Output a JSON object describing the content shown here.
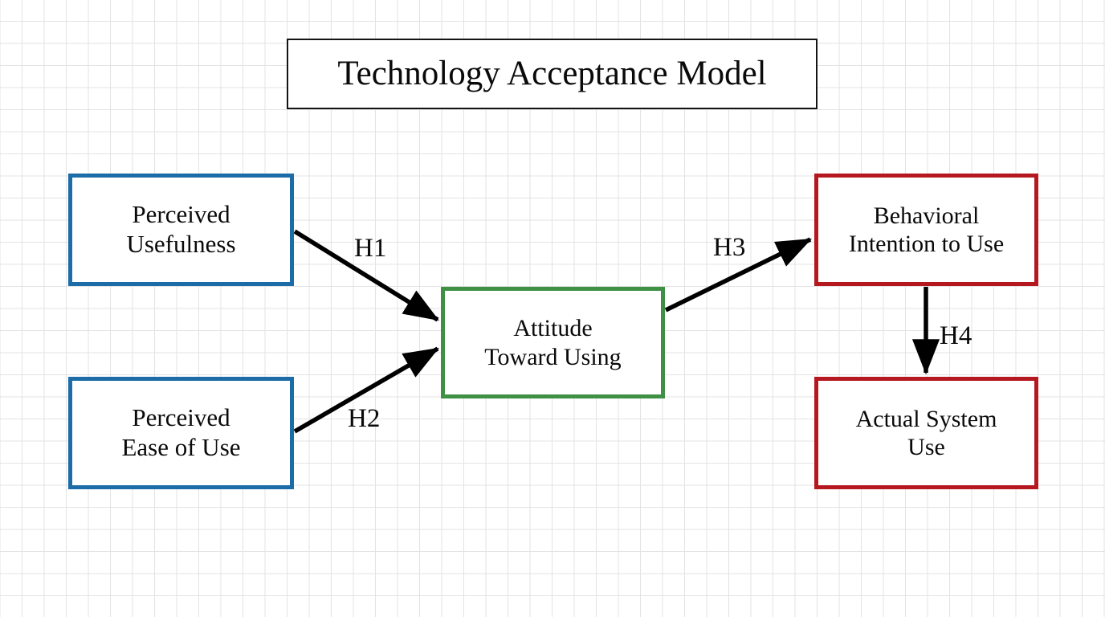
{
  "diagram": {
    "title": "Technology Acceptance Model",
    "type": "flowchart",
    "background": "graph-paper-grid",
    "colors": {
      "title_border": "#141414",
      "antecedent_border": "#1c6ca8",
      "mediator_border": "#3f8f45",
      "outcome_border": "#b5181f",
      "arrow": "#000000",
      "grid": "#e3e3e3",
      "canvas": "#ffffff"
    },
    "nodes": [
      {
        "id": "perceived-usefulness",
        "label": "Perceived\nUsefulness",
        "color": "#1c6ca8"
      },
      {
        "id": "perceived-ease-of-use",
        "label": "Perceived\nEase of Use",
        "color": "#1c6ca8"
      },
      {
        "id": "attitude-toward-using",
        "label": "Attitude\nToward Using",
        "color": "#3f8f45"
      },
      {
        "id": "behavioral-intention",
        "label": "Behavioral\nIntention to Use",
        "color": "#b5181f"
      },
      {
        "id": "actual-system-use",
        "label": "Actual System\nUse",
        "color": "#b5181f"
      }
    ],
    "edges": [
      {
        "id": "h1",
        "label": "H1",
        "from": "perceived-usefulness",
        "to": "attitude-toward-using"
      },
      {
        "id": "h2",
        "label": "H2",
        "from": "perceived-ease-of-use",
        "to": "attitude-toward-using"
      },
      {
        "id": "h3",
        "label": "H3",
        "from": "attitude-toward-using",
        "to": "behavioral-intention"
      },
      {
        "id": "h4",
        "label": "H4",
        "from": "behavioral-intention",
        "to": "actual-system-use"
      }
    ]
  }
}
